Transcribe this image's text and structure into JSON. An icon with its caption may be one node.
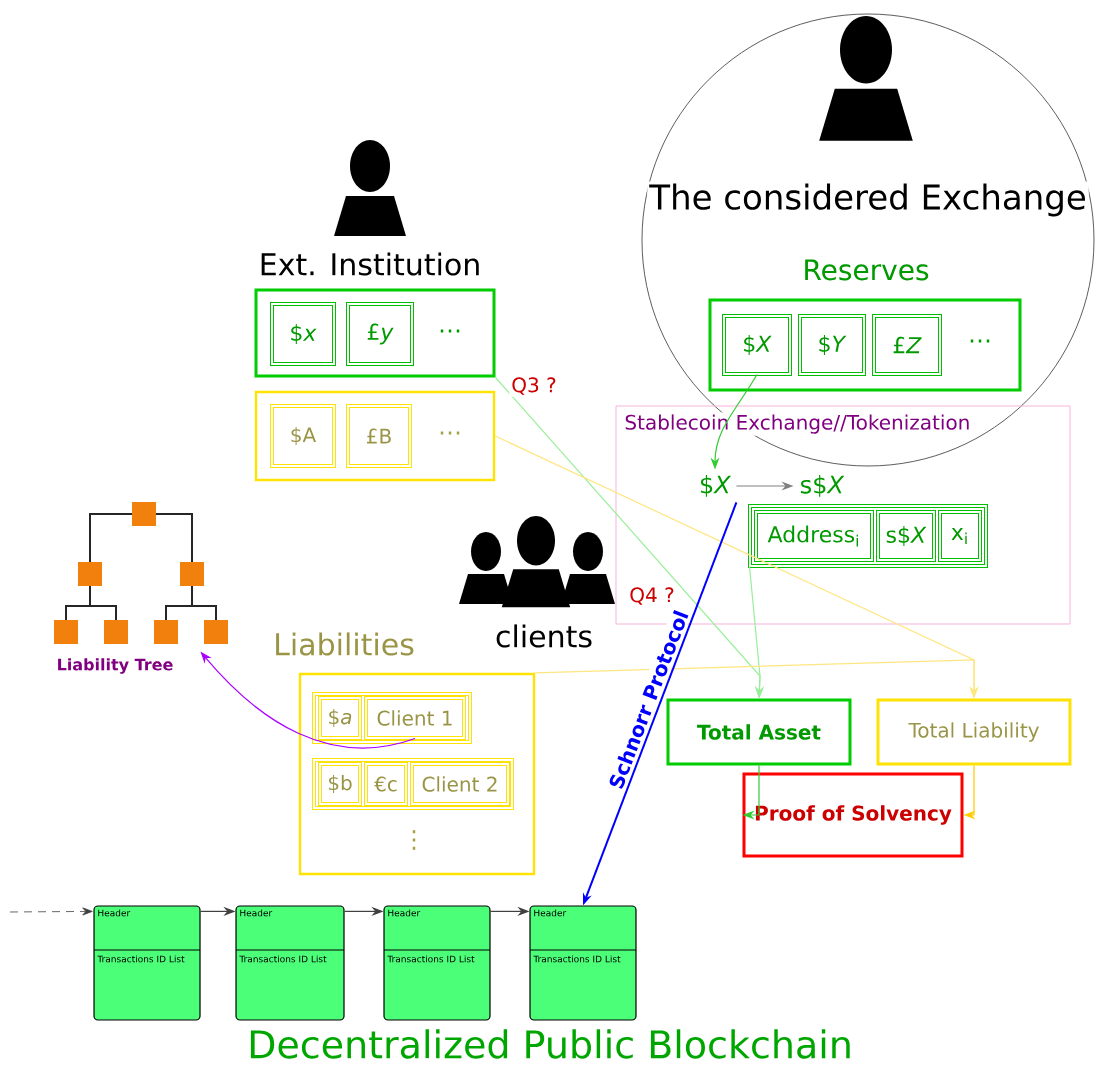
{
  "diagram": {
    "nodes": [
      {
        "text": [
          "The considered Exchange"
        ]
      },
      {
        "text": [
          "Reserves",
          "⋯"
        ],
        "in": 0
      },
      {
        "text": [
          "$*X*"
        ],
        "in": 1
      },
      {
        "text": [
          "$*Y*"
        ],
        "in": 1
      },
      {
        "text": [
          "£*Z*"
        ],
        "in": 1
      },
      {
        "text": [
          "Stablecoin Exchange//Tokenization"
        ]
      },
      {
        "text": [
          "$*X*"
        ],
        "in": 5
      },
      {
        "text": [
          "s$*X*"
        ],
        "in": 5
      },
      {
        "text": [],
        "shape": "box",
        "in": 5
      },
      {
        "text": [
          "Address$_{i}$"
        ],
        "in": 8
      },
      {
        "text": [
          "s$*X*"
        ],
        "in": 8
      },
      {
        "text": [
          "x$_{i}$"
        ],
        "in": 8
      },
      {
        "text": [
          "⋯"
        ]
      },
      {
        "text": [
          "$*x*"
        ],
        "in": 12
      },
      {
        "text": [
          "£*y*"
        ],
        "in": 12
      },
      {
        "text": [
          "⋯"
        ]
      },
      {
        "text": [
          "$A"
        ],
        "in": 15
      },
      {
        "text": [
          "£B"
        ],
        "in": 15
      },
      {
        "text": [
          "Liability Tree"
        ]
      },
      {
        "text": [
          "Liabilities",
          "⋮"
        ]
      },
      {
        "text": [],
        "shape": "box",
        "in": 19
      },
      {
        "text": [
          "$*a*"
        ],
        "in": 20
      },
      {
        "text": [
          "Client 1"
        ],
        "in": 20
      },
      {
        "text": [],
        "shape": "box",
        "in": 19
      },
      {
        "text": [
          "$b"
        ],
        "in": 23
      },
      {
        "text": [
          "€c"
        ],
        "in": 23
      },
      {
        "text": [
          "Client 2"
        ],
        "in": 23
      },
      {
        "text": [
          "Total Asset"
        ]
      },
      {
        "text": [
          "Total Liability"
        ]
      },
      {
        "text": [
          "Proof of Solvency"
        ]
      },
      {
        "text": [
          "Header",
          "Transactions ID List"
        ]
      },
      {
        "text": [
          "Header",
          "Transactions ID List"
        ]
      },
      {
        "text": [
          "Header",
          "Transactions ID List"
        ]
      },
      {
        "text": [
          "Header",
          "Transactions ID List"
        ]
      }
    ],
    "edges": [
      {
        "from": 2,
        "to": 6,
        "arrow": "to",
        "color": "#33cc33"
      },
      {
        "from": 6,
        "to": 7,
        "arrow": "to",
        "color": "#808080"
      },
      {
        "from": 12,
        "to": 27,
        "arrow": "to",
        "color": "#99ee99"
      },
      {
        "from": 8,
        "to": 27,
        "arrow": "to",
        "color": "#99ee99"
      },
      {
        "from": 15,
        "to": 28,
        "arrow": "to",
        "color": "#ffe680"
      },
      {
        "from": 19,
        "to": 28,
        "arrow": "to",
        "color": "#ffe680"
      },
      {
        "from": 27,
        "to": 29,
        "arrow": "to",
        "color": "#33cc33"
      },
      {
        "from": 28,
        "to": 29,
        "arrow": "to",
        "color": "#ffcc00"
      },
      {
        "from": 6,
        "to": 33,
        "arrow": "to",
        "color": "#0000ff",
        "label": "Schnorr Protocol"
      },
      {
        "from": 22,
        "to": 18,
        "arrow": "to",
        "color": "#aa00ff"
      },
      {
        "from": null,
        "to": 30,
        "arrow": "to",
        "style": "dashed"
      },
      {
        "from": 30,
        "to": 31,
        "arrow": "to"
      },
      {
        "from": 31,
        "to": 32,
        "arrow": "to"
      },
      {
        "from": 32,
        "to": 33,
        "arrow": "to"
      }
    ],
    "labels": [
      "Ext. Institution",
      "Q3 ?",
      "Q4 ?",
      "clients",
      "Decentralized Public Blockchain"
    ]
  }
}
